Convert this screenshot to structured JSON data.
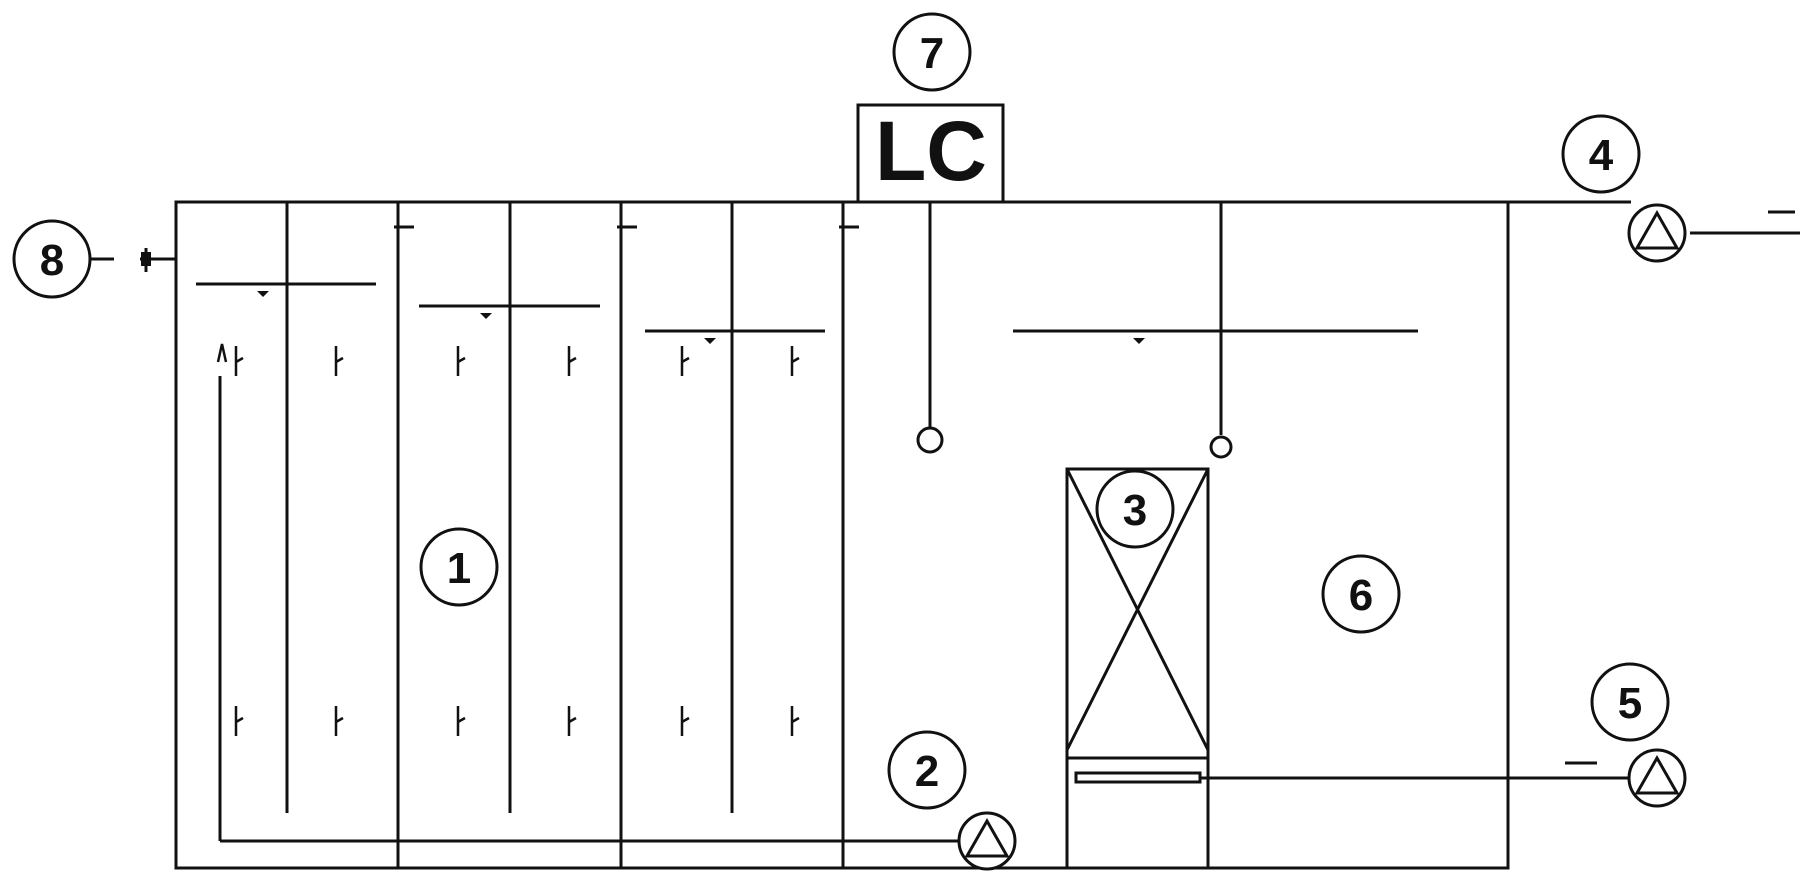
{
  "labels": {
    "first_stage_basin": "1",
    "lift_pump": "2",
    "membrane_module": "3",
    "outlet_pump": "4",
    "sludge_pump": "5",
    "second_stage_basin": "6",
    "level_controller": "7",
    "inlet_valve": "8"
  },
  "controller_text": "LC"
}
